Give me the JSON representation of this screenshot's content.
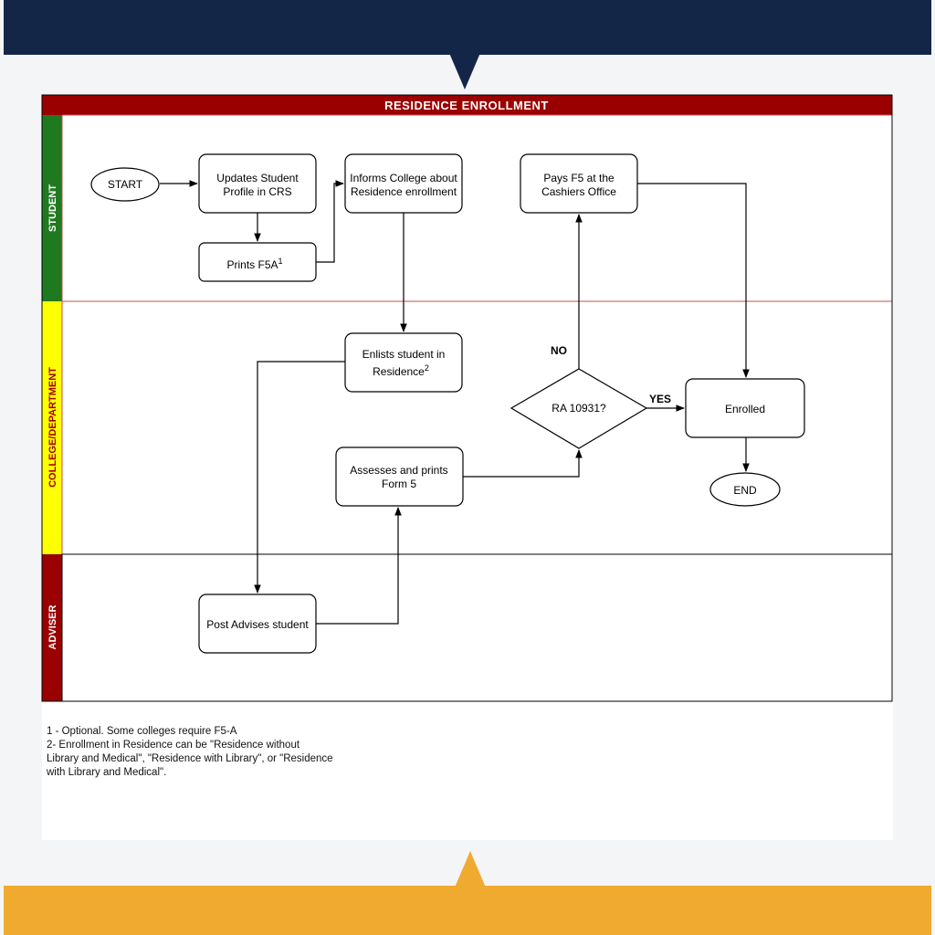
{
  "title": "RESIDENCE ENROLLMENT",
  "lanes": {
    "student": "STUDENT",
    "college": "COLLEGE/DEPARTMENT",
    "adviser": "ADVISER"
  },
  "colors": {
    "header_bar": "#9b0000",
    "student_lane": "#1f7a1f",
    "college_lane": "#ffff00",
    "college_text": "#a00000",
    "adviser_lane": "#9b0000",
    "top_banner": "#142648",
    "bottom_banner": "#f0aa2f"
  },
  "nodes": {
    "start": "START",
    "update_line1": "Updates Student",
    "update_line2": "Profile in CRS",
    "prints_f5a": "Prints F5A",
    "prints_f5a_sup": "1",
    "informs_line1": "Informs College about",
    "informs_line2": "Residence enrollment",
    "pays_line1": "Pays F5 at the",
    "pays_line2": "Cashiers Office",
    "enlists_line1": "Enlists student in",
    "enlists_line2": "Residence",
    "enlists_sup": "2",
    "decision": "RA 10931?",
    "no_label": "NO",
    "yes_label": "YES",
    "enrolled": "Enrolled",
    "end": "END",
    "assess_line1": "Assesses and prints",
    "assess_line2": "Form 5",
    "post_advises": "Post Advises student"
  },
  "footnotes": {
    "note1": "1 - Optional. Some colleges require F5-A",
    "note2_line1": "2-  Enrollment in Residence can be \"Residence without",
    "note2_line2": "Library and Medical\", \"Residence with Library\", or \"Residence",
    "note2_line3": "with Library and Medical\"."
  }
}
